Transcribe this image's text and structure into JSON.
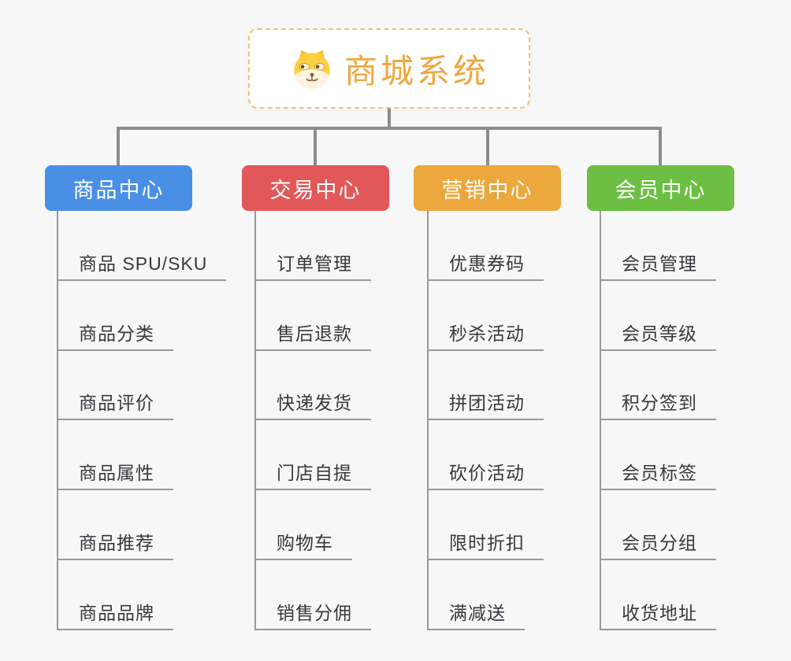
{
  "root": {
    "title": "商城系统",
    "icon": "shiba-dog-icon",
    "title_color": "#f0a73d",
    "border_color": "#f3bf72"
  },
  "connector_color": "#8c8c8c",
  "child_line_color": "#999999",
  "branches": [
    {
      "label": "商品中心",
      "color": "#4a8fe6",
      "children": [
        "商品 SPU/SKU",
        "商品分类",
        "商品评价",
        "商品属性",
        "商品推荐",
        "商品品牌"
      ]
    },
    {
      "label": "交易中心",
      "color": "#e25858",
      "children": [
        "订单管理",
        "售后退款",
        "快递发货",
        "门店自提",
        "购物车",
        "销售分佣"
      ]
    },
    {
      "label": "营销中心",
      "color": "#eba73c",
      "children": [
        "优惠券码",
        "秒杀活动",
        "拼团活动",
        "砍价活动",
        "限时折扣",
        "满减送"
      ]
    },
    {
      "label": "会员中心",
      "color": "#6cbf42",
      "children": [
        "会员管理",
        "会员等级",
        "积分签到",
        "会员标签",
        "会员分组",
        "收货地址"
      ]
    }
  ]
}
